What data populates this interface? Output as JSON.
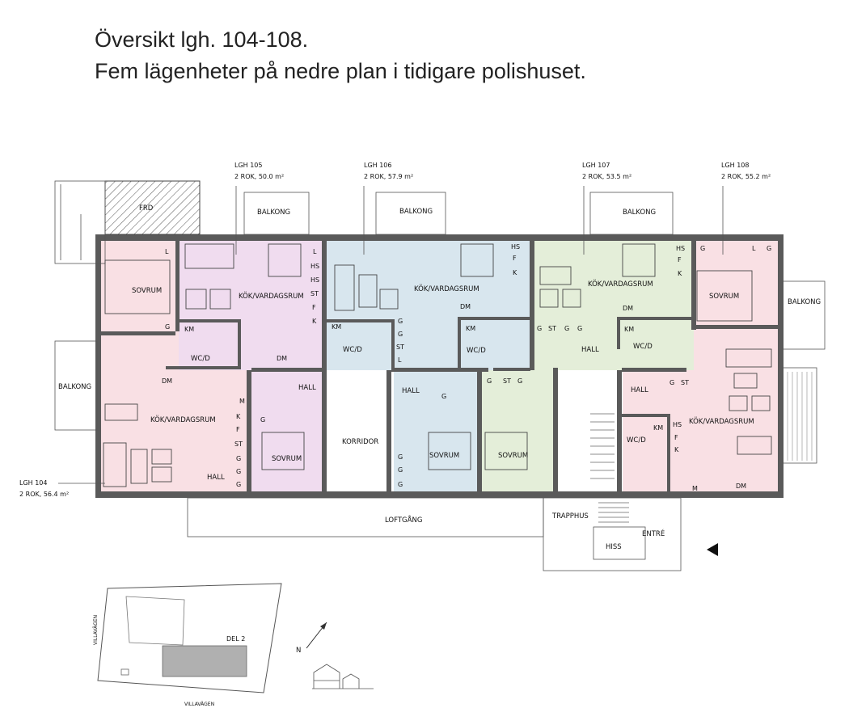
{
  "header": {
    "line1": "Översikt lgh. 104-108.",
    "line2": "Fem lägenheter på nedre plan i tidigare polishuset."
  },
  "colors": {
    "lgh104": "#f9e0e4",
    "lgh105": "#f0dcef",
    "lgh106": "#d8e6ee",
    "lgh107": "#e4eed9",
    "lgh108": "#f9e0e4",
    "walls": "#5a5a5a"
  },
  "apartments": {
    "lgh104": {
      "name": "LGH 104",
      "info": "2 ROK, 56.4 m²"
    },
    "lgh105": {
      "name": "LGH 105",
      "info": "2 ROK, 50.0 m²"
    },
    "lgh106": {
      "name": "LGH 106",
      "info": "2 ROK, 57.9 m²"
    },
    "lgh107": {
      "name": "LGH 107",
      "info": "2 ROK, 53.5 m²"
    },
    "lgh108": {
      "name": "LGH 108",
      "info": "2 ROK, 55.2 m²"
    }
  },
  "rooms": {
    "sovrum": "SOVRUM",
    "kok": "KÖK/VARDAGSRUM",
    "wcd": "WC/D",
    "hall": "HALL",
    "balkong": "BALKONG",
    "frd": "FRD",
    "korridor": "KORRIDOR",
    "loftgang": "LOFTGÅNG",
    "trapphus": "TRAPPHUS",
    "hiss": "HISS",
    "entre": "ENTRÉ"
  },
  "fixtures": {
    "l": "L",
    "g": "G",
    "hs": "HS",
    "st": "ST",
    "f": "F",
    "k": "K",
    "km": "KM",
    "m": "M",
    "dm": "DM"
  },
  "site_plan": {
    "street_left": "VILLAVÄGEN",
    "street_bottom": "VILLAVÄGEN",
    "del": "DEL 2",
    "north": "N"
  }
}
